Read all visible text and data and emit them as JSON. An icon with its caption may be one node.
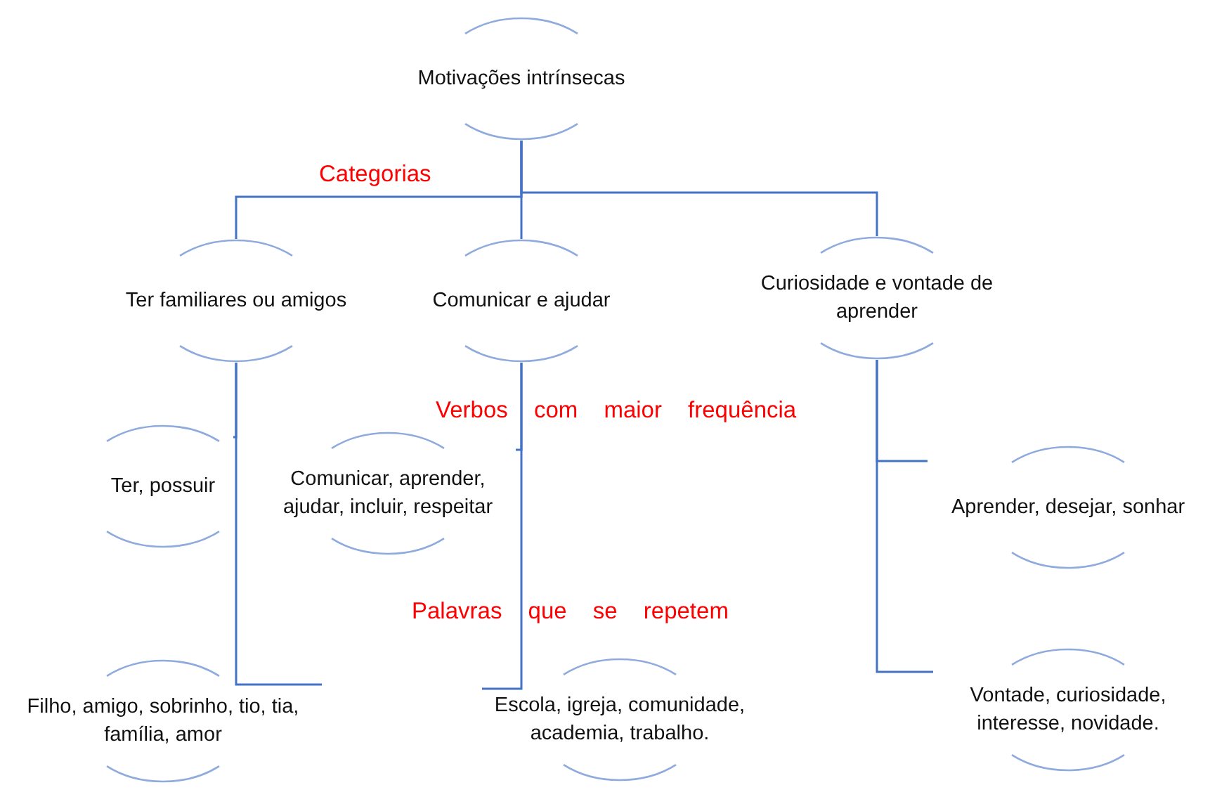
{
  "diagram": {
    "nodes": [
      {
        "text": [
          "Motivações intrínsecas"
        ]
      },
      {
        "text": [
          "Ter familiares ou amigos"
        ]
      },
      {
        "text": [
          "Comunicar e ajudar"
        ]
      },
      {
        "text": [
          "Curiosidade e vontade de aprender"
        ]
      },
      {
        "text": [
          "Ter, possuir"
        ]
      },
      {
        "text": [
          "Comunicar, aprender, ajudar, incluir, respeitar"
        ]
      },
      {
        "text": [
          "Filho, amigo, sobrinho, tio, tia, família, amor"
        ]
      },
      {
        "text": [
          "Escola, igreja, comunidade, academia, trabalho."
        ]
      },
      {
        "text": [
          "Aprender, desejar, sonhar"
        ]
      },
      {
        "text": [
          "Vontade, curiosidade, interesse, novidade."
        ]
      }
    ],
    "edges": [
      {
        "from": 0,
        "to": 1,
        "arrow": "none"
      },
      {
        "from": 0,
        "to": 2,
        "arrow": "none"
      },
      {
        "from": 0,
        "to": 3,
        "arrow": "none"
      },
      {
        "from": 1,
        "to": 4,
        "arrow": "none"
      },
      {
        "from": 1,
        "to": 6,
        "arrow": "none"
      },
      {
        "from": 2,
        "to": 5,
        "arrow": "none"
      },
      {
        "from": 2,
        "to": 7,
        "arrow": "none"
      },
      {
        "from": 3,
        "to": 8,
        "arrow": "none"
      },
      {
        "from": 3,
        "to": 9,
        "arrow": "none"
      }
    ],
    "labels": [
      "Categorias",
      "Verbos com maior frequência",
      "Palavras que se repetem"
    ]
  }
}
